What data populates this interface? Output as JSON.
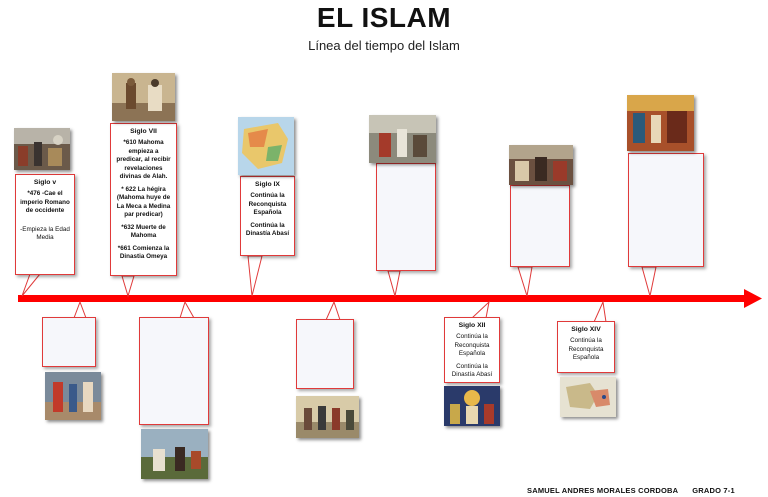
{
  "title": "EL ISLAM",
  "subtitle": "Línea del tiempo del Islam",
  "events": {
    "siglo_v": {
      "heading": "Siglo v",
      "items": [
        "*476 -Cae el imperio Romano de occidente",
        "-Empieza la Edad Media"
      ]
    },
    "siglo_vii": {
      "heading": "Siglo VII",
      "items": [
        "*610 Mahoma empieza a predicar, al recibir revelaciones divinas de Alah.",
        "* 622 La hégira (Mahoma huye de La Meca a Medina par predicar)",
        "*632 Muerte de Mahoma",
        "*661 Comienza la Dinastia Omeya"
      ]
    },
    "siglo_ix": {
      "heading": "Siglo IX",
      "items": [
        "Continúa la Reconquista Española",
        "Continúa la Dinastía Abasí"
      ]
    },
    "siglo_xii": {
      "heading": "Siglo XII",
      "items": [
        "Continúa la Reconquista Española",
        "Continúa la Dinastía Abasí"
      ]
    },
    "siglo_xiv": {
      "heading": "Siglo XIV",
      "items": [
        "Continúa la Reconquista Española"
      ]
    }
  },
  "footer": {
    "author": "SAMUEL ANDRES MORALES CORDOBA",
    "grade": "GRADO 7-1"
  },
  "colors": {
    "timeline": "#ff0000",
    "box_border": "#e03a3a"
  }
}
